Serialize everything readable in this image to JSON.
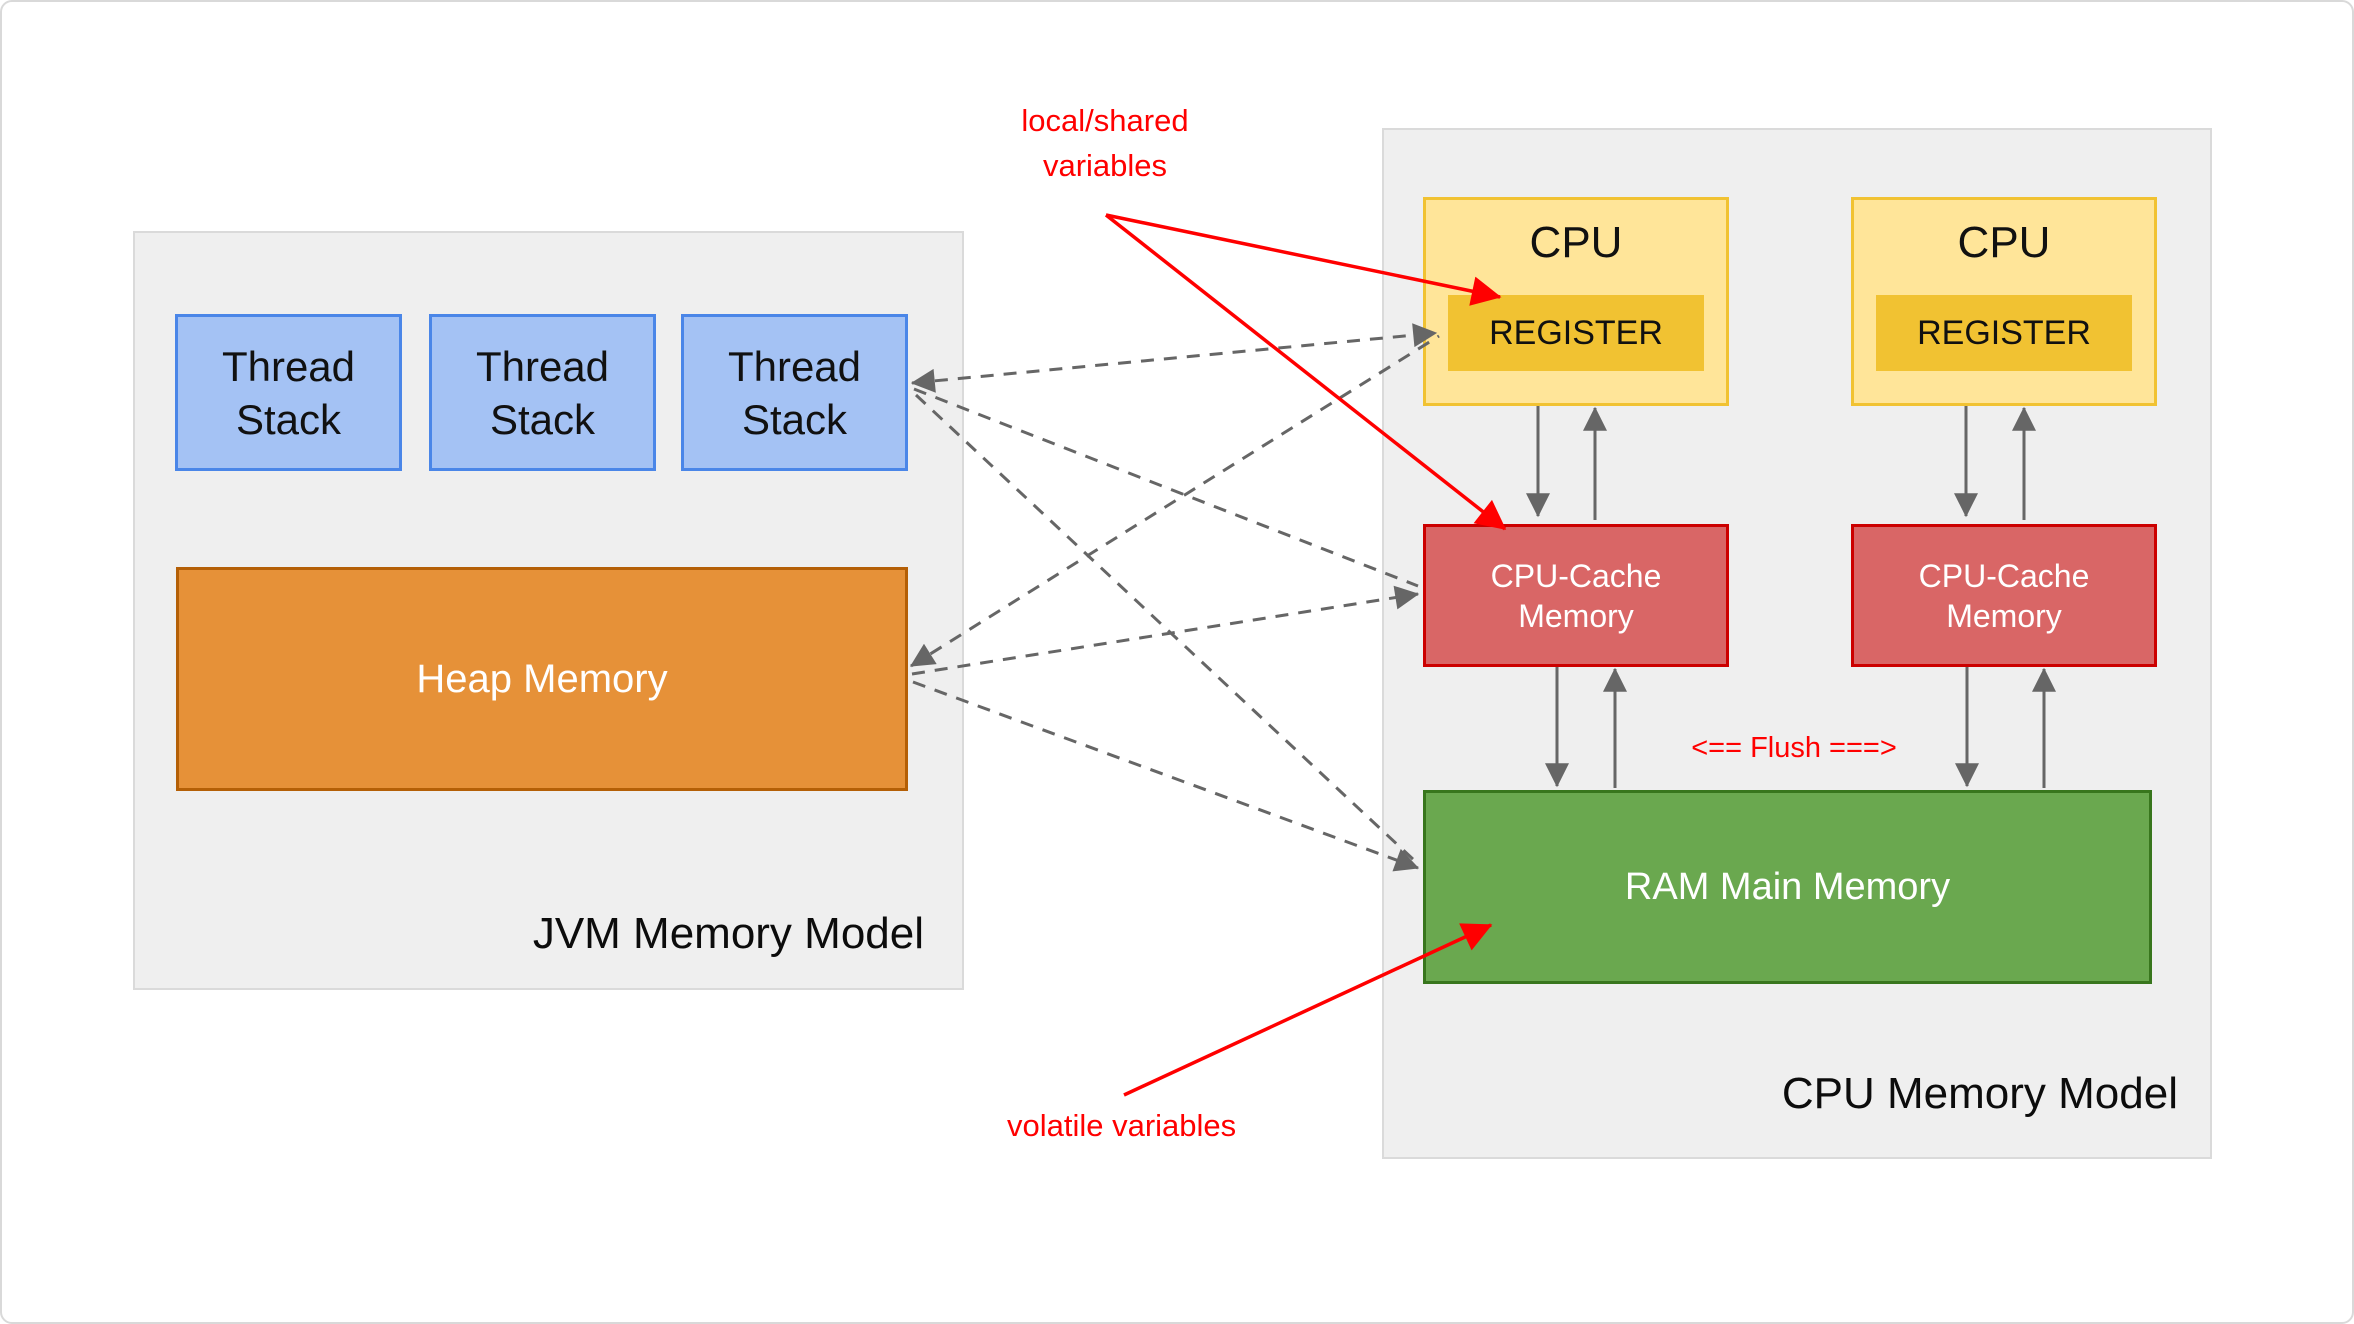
{
  "jvm": {
    "title": "JVM Memory Model",
    "thread_stacks": [
      "Thread Stack",
      "Thread Stack",
      "Thread Stack"
    ],
    "heap_label": "Heap Memory"
  },
  "cpu": {
    "title": "CPU Memory Model",
    "cpus": [
      {
        "label": "CPU",
        "register_label": "REGISTER"
      },
      {
        "label": "CPU",
        "register_label": "REGISTER"
      }
    ],
    "caches": [
      "CPU-Cache Memory",
      "CPU-Cache Memory"
    ],
    "ram_label": "RAM Main Memory",
    "flush_label": "<== Flush ===>"
  },
  "annotations": {
    "local_shared_label": "local/shared variables",
    "volatile_label": "volatile variables"
  },
  "colors": {
    "container_fill": "#efefef",
    "container_border": "#dadada",
    "thread_stack_fill": "#a4c2f4",
    "thread_stack_border": "#4a86e8",
    "heap_fill": "#e69138",
    "heap_border": "#b45f06",
    "cpu_fill": "#ffe599",
    "cpu_border": "#f1c232",
    "register_fill": "#f1c232",
    "cache_fill": "#d96666",
    "cache_border": "#cc0000",
    "ram_fill": "#6aa84f",
    "ram_border": "#38761d",
    "arrow_gray": "#666666",
    "annotation_red": "#ff0000"
  }
}
